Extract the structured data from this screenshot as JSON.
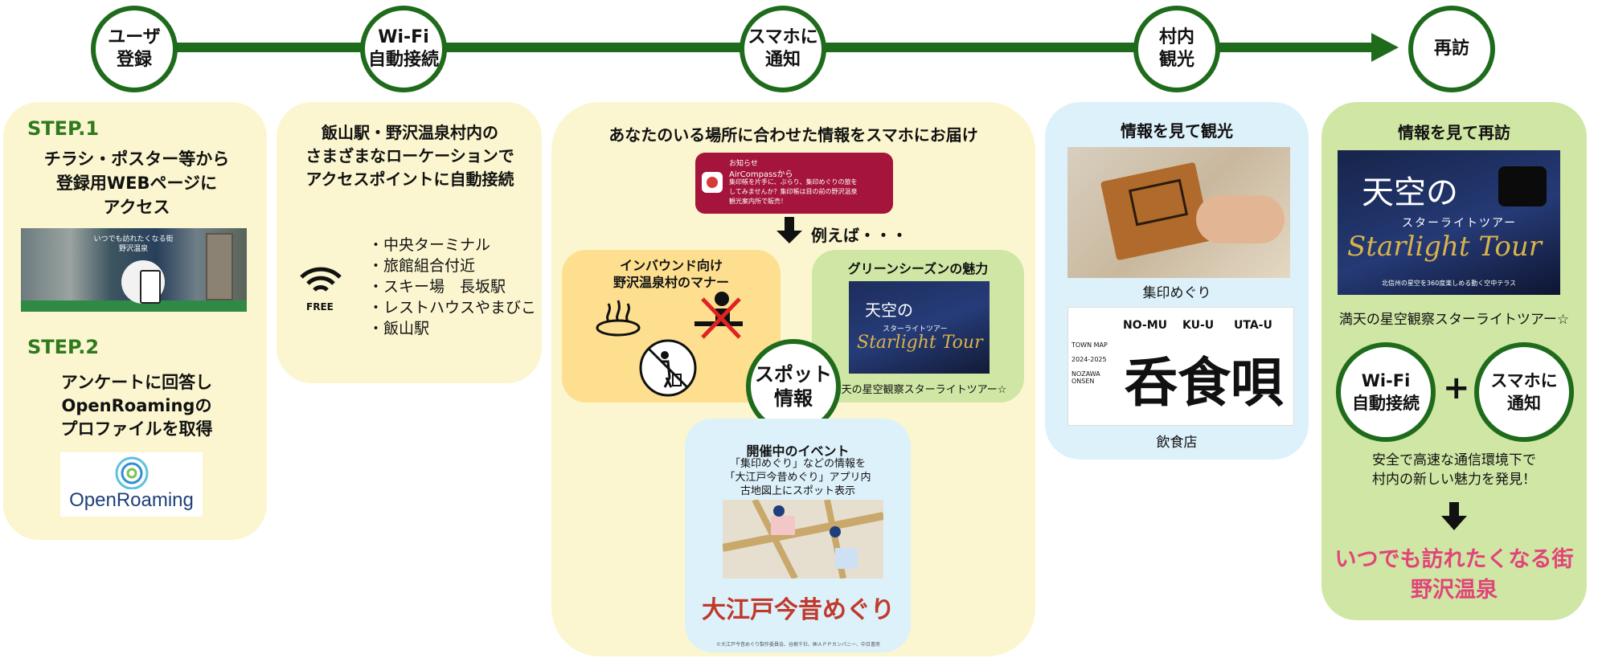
{
  "steps": [
    {
      "label": "ユーザ\n登録"
    },
    {
      "label": "Wi-Fi\n自動接続"
    },
    {
      "label": "スマホに\n通知"
    },
    {
      "label": "村内\n観光"
    },
    {
      "label": "再訪"
    }
  ],
  "register": {
    "step1": "STEP.1",
    "step1_text": "チラシ・ポスター等から\n登録用WEBページに\nアクセス",
    "poster_text": "いつでも訪れたくなる街\n野沢温泉",
    "step2": "STEP.2",
    "step2_text": "アンケートに回答し\nOpenRoamingの\nプロファイルを取得",
    "openroaming_logo": "OpenRoaming"
  },
  "wifi": {
    "heading": "飯山駅・野沢温泉村内の\nさまざまなローケーションで\nアクセスポイントに自動接続",
    "icon_label": "FREE",
    "locations": [
      "・中央ターミナル",
      "・旅館組合付近",
      "・スキー場　長坂駅",
      "・レストハウスやまびこ",
      "・飯山駅"
    ]
  },
  "notify": {
    "heading": "あなたのいる場所に合わせた情報をスマホにお届け",
    "notif_title": "お知らせ",
    "notif_from": "AirCompassから",
    "notif_body": "集印帳を片手に、ぶらり、集印めぐりの旅を\nしてみませんか？集印帳は目の前の野沢温泉\n観光案内所で販売！",
    "example": "例えば・・・",
    "inbound_title": "インバウンド向け\n野沢温泉村のマナー",
    "green_title": "グリーンシーズンの魅力",
    "starlight_caption": "満天の星空観察スターライトツアー☆",
    "spot_label": "スポット\n情報",
    "event_title": "開催中のイベント",
    "event_text": "「集印めぐり」などの情報を\n「大江戸今昔めぐり」アプリ内\n古地図上にスポット表示",
    "oedo_logo": "大江戸今昔めぐり",
    "copyright": "©大江戸今昔めぐり製作委員会、谷根千社、㈱ＡＰＰカンパニー、中日書房"
  },
  "sightseeing": {
    "heading": "情報を見て観光",
    "caption1": "集印めぐり",
    "map_words": [
      "NO-MU",
      "KU-U",
      "UTA-U"
    ],
    "map_side": "TOWN MAP\n\n2024-2025\n\nNOZAWA\nONSEN",
    "map_big": "呑食唄",
    "caption2": "飲食店"
  },
  "revisit": {
    "heading": "情報を見て再訪",
    "star_title": "天空の",
    "star_sub": "スターライトツアー",
    "star_script": "Starlight Tour",
    "star_note": "北信州の星空を360度楽しめる動く空中テラス",
    "caption": "満天の星空観察スターライトツアー☆",
    "badge_wifi": "Wi-Fi\n自動接続",
    "plus": "+",
    "badge_phone": "スマホに\n通知",
    "summary": "安全で高速な通信環境下で\n村内の新しい魅力を発見！",
    "slogan": "いつでも訪れたくなる街\n野沢温泉"
  },
  "colors": {
    "green": "#1f6b1c",
    "step_green": "#2e7a1d",
    "pink": "#e0457a",
    "notif_red": "#a5143b"
  }
}
